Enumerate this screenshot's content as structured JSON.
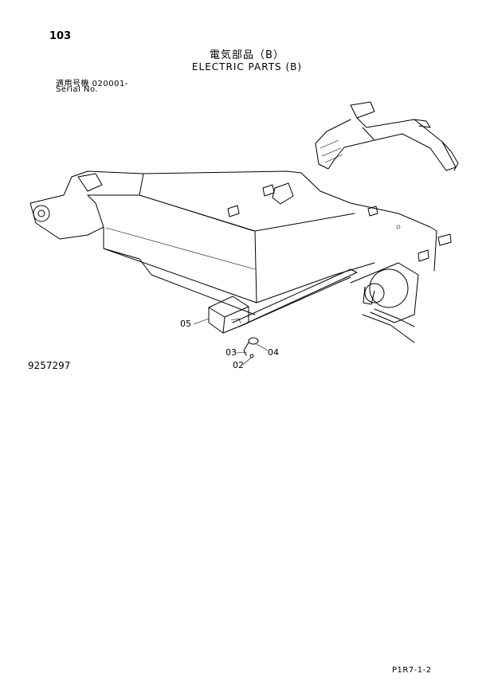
{
  "header": {
    "page_number": "103",
    "title_jp": "電気部品（B）",
    "title_en": "ELECTRIC PARTS (B)",
    "serial_label_jp": "適用号機  020001-",
    "serial_label_en": "Serial No."
  },
  "drawing": {
    "drawing_number": "9257297",
    "callouts": [
      "05",
      "03",
      "04",
      "02"
    ]
  },
  "footer": {
    "code": "P1R7-1-2"
  }
}
